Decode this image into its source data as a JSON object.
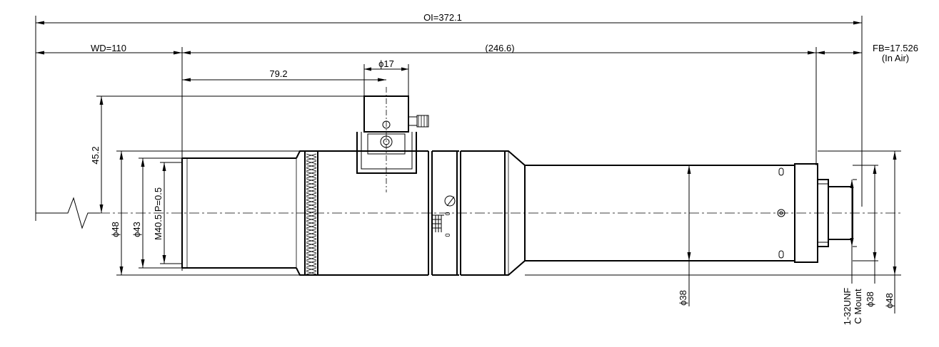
{
  "dimensions": {
    "overall_length": "OI=372.1",
    "working_distance": "WD=110",
    "body_length": "(246.6)",
    "flange_back": "FB=17.526",
    "flange_back_note": "(In Air)",
    "knob_offset": "79.2",
    "knob_diameter": "ϕ17",
    "knob_height": "45.2",
    "front_outer_diameter": "ϕ48",
    "front_diameter": "ϕ43",
    "filter_thread": "M40.5 P=0.5",
    "rear_diameter_mid": "ϕ38",
    "mount_thread": "1-32UNF",
    "mount_name": "C Mount",
    "mount_diameter": "ϕ38",
    "rear_outer_diameter": "ϕ48"
  },
  "scale_marks": {
    "top": "0",
    "bottom": "0"
  }
}
